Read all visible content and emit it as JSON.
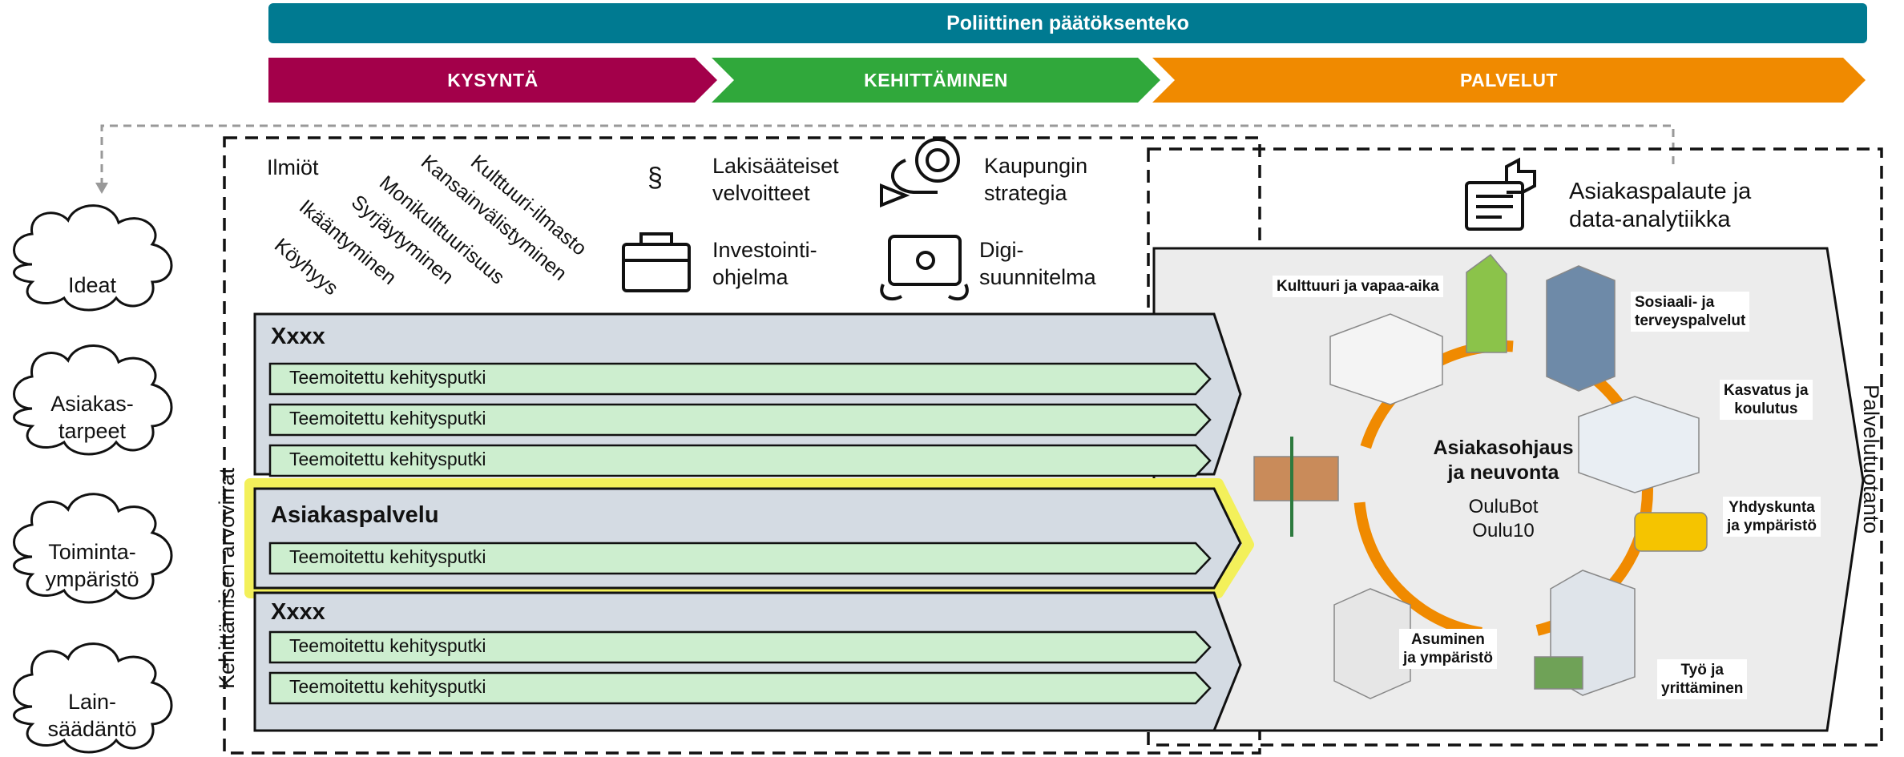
{
  "header": {
    "title": "Poliittinen päätöksenteko",
    "phases": [
      "KYSYNTÄ",
      "KEHITTÄMINEN",
      "PALVELUT"
    ]
  },
  "drivers": [
    "Ideat",
    "Asiakas-\ntarpeet",
    "Toiminta-\nympäristö",
    "Lain-\nsäädäntö"
  ],
  "phenomena": {
    "title": "Ilmiöt",
    "items": [
      "Kulttuuri-ilmasto",
      "Kansainvälistyminen",
      "Monikulttuurisuus",
      "Syrjäytyminen",
      "Ikääntyminen",
      "Köyhyys"
    ]
  },
  "guidance": {
    "law": {
      "symbol": "§",
      "label": "Lakisääteiset\nvelvoitteet"
    },
    "strategy": {
      "label": "Kaupungin\nstrategia"
    },
    "investment": {
      "label": "Investointi-\nohjelma"
    },
    "digital": {
      "label": "Digi-\nsuunnitelma"
    }
  },
  "side_labels": {
    "left": "Kehittämisen arvovirrat",
    "right": "Palvelutuotanto"
  },
  "streams": [
    {
      "title": "Xxxx",
      "pipes": [
        "Teemoitettu kehitysputki",
        "Teemoitettu kehitysputki",
        "Teemoitettu kehitysputki"
      ]
    },
    {
      "title": "Asiakaspalvelu",
      "pipes": [
        "Teemoitettu kehitysputki"
      ]
    },
    {
      "title": "Xxxx",
      "pipes": [
        "Teemoitettu kehitysputki",
        "Teemoitettu kehitysputki"
      ]
    }
  ],
  "feedback": {
    "label": "Asiakaspalaute ja\ndata-analytiikka"
  },
  "services": {
    "center_title": "Asiakasohjaus\nja neuvonta",
    "center_sub": "OuluBot\nOulu10",
    "items": [
      "Kulttuuri ja vapaa-aika",
      "Sosiaali- ja\nterveyspalvelut",
      "Kasvatus ja\nkoulutus",
      "Yhdyskunta\nja ympäristö",
      "Työ ja\nyrittäminen",
      "Asuminen\nja ympäristö"
    ]
  },
  "colors": {
    "top_bar": "#007a91",
    "demand": "#a3004a",
    "development": "#30a83b",
    "services": "#f08a00",
    "pipe_fill": "#cdeecf",
    "band_fill": "#d4dbe3",
    "highlight": "#f3f05a",
    "ring": "#f08a00"
  }
}
